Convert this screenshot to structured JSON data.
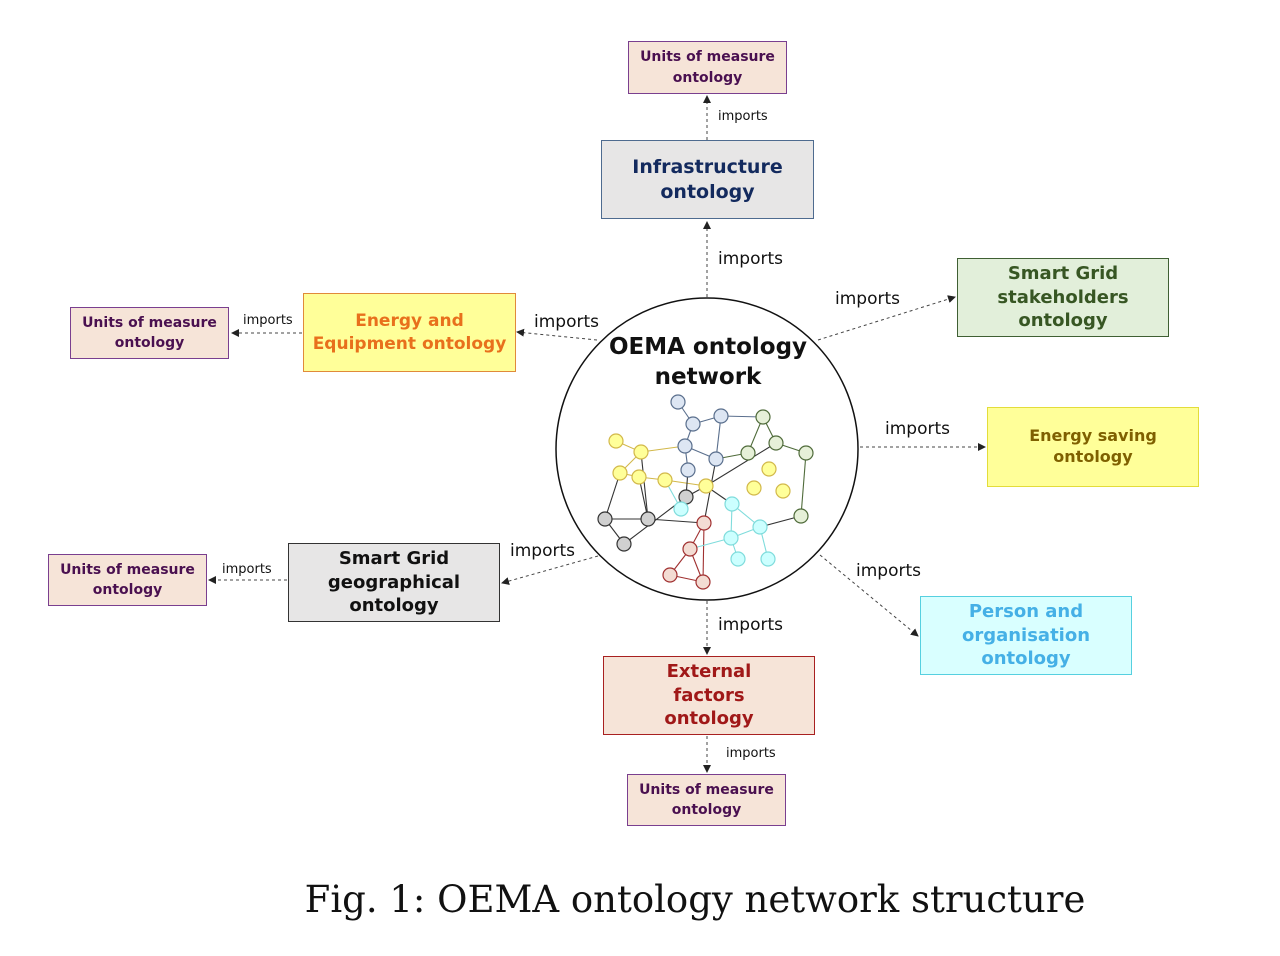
{
  "center": {
    "title": "OEMA ontology network"
  },
  "boxes": {
    "infrastructure": "Infrastructure ontology",
    "energy_equipment": "Energy and Equipment ontology",
    "stakeholders": "Smart Grid stakeholders ontology",
    "energy_saving": "Energy saving ontology",
    "geographical": "Smart Grid geographical ontology",
    "external": "External factors ontology",
    "person": "Person and organisation ontology",
    "units_top": "Units of measure ontology",
    "units_left_upper": "Units of measure ontology",
    "units_left_lower": "Units of measure ontology",
    "units_bottom": "Units of measure ontology"
  },
  "edge_label": "imports",
  "caption": "Fig. 1: OEMA ontology network structure",
  "colors": {
    "infrastructure_fill": "#e7e6e6",
    "infrastructure_border": "#4e6b8f",
    "infrastructure_text": "#132a5e",
    "energy_fill": "#ffff99",
    "energy_border": "#e08a3a",
    "energy_text": "#e8701c",
    "stakeholders_fill": "#e2efda",
    "stakeholders_border": "#3f5f33",
    "stakeholders_text": "#375623",
    "saving_fill": "#ffff99",
    "saving_border": "#e3dd3a",
    "saving_text": "#7f6000",
    "geo_fill": "#e7e6e6",
    "geo_border": "#333333",
    "geo_text": "#111111",
    "external_fill": "#f6e4d8",
    "external_border": "#a82020",
    "external_text": "#a01818",
    "person_fill": "#d9ffff",
    "person_border": "#56d0e0",
    "person_text": "#45b0e6"
  }
}
